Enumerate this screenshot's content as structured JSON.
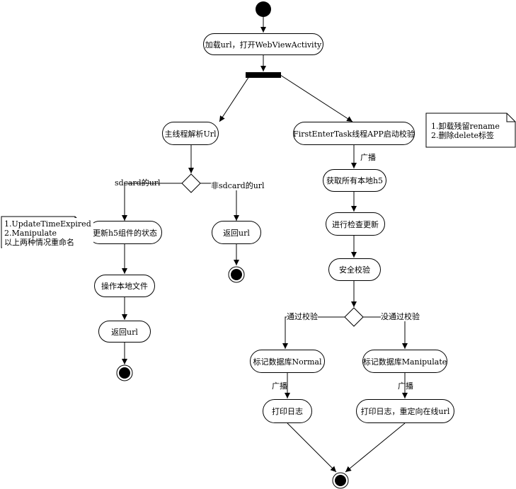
{
  "activities": {
    "load_url": "加载url，打开WebViewActivity",
    "main_thread_parse": "主线程解析Url",
    "first_enter_task": "FirstEnterTask线程APP启动校验",
    "update_h5_state": "更新h5组件的状态",
    "return_url_non_sd": "返回url",
    "operate_local_file": "操作本地文件",
    "return_url_sd": "返回url",
    "get_local_h5": "获取所有本地h5",
    "check_update": "进行检查更新",
    "security_check": "安全校验",
    "mark_normal": "标记数据库Normal",
    "mark_manipulate": "标记数据库Manipulate",
    "print_log": "打印日志",
    "print_log_redirect": "打印日志，重定向在线url"
  },
  "labels": {
    "broadcast_1": "广播",
    "sdcard_url": "sdcard的url",
    "non_sdcard_url": "非sdcard的url",
    "pass_check": "通过校验",
    "fail_check": "没通过校验",
    "broadcast_2": "广播",
    "broadcast_3": "广播"
  },
  "notes": {
    "rename_note": [
      "1.卸载残留rename",
      "2.删除delete标签"
    ],
    "expired_note": [
      "1.UpdateTimeExpired",
      "2.Manipulate",
      "以上两种情况重命名"
    ]
  }
}
